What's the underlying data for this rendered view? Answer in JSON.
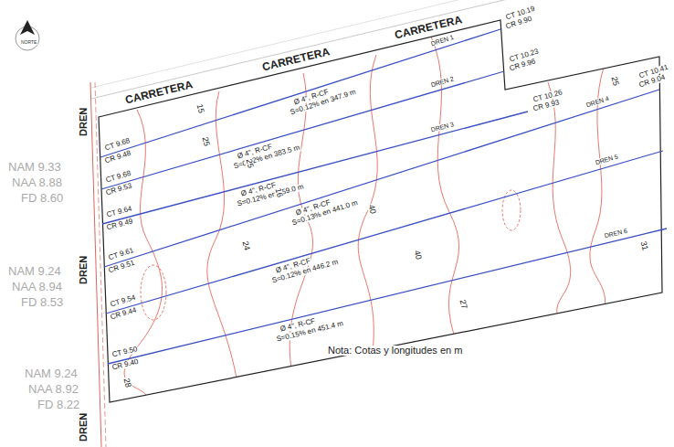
{
  "diagram": {
    "labels": [
      "NORTE",
      "CARRETERA",
      "CARRETERA",
      "CARRETERA",
      "DREN",
      "DREN",
      "DREN",
      "NAM 9.33",
      "NAA 8.88",
      "FD 8.60",
      "NAM 9.24",
      "NAA 8.94",
      "FD 8.53",
      "NAM 9.24",
      "NAA 8.92",
      "FD 8.22",
      "CT 10.19",
      "CR 9.90",
      "CT 10.23",
      "CR 9.96",
      "CT 10.26",
      "CR 9.93",
      "CT 10.41",
      "CR 9.04",
      "CT 9.68",
      "CR 9.48",
      "CT 9.68",
      "CR 9.53",
      "CT 9.64",
      "CR 9.49",
      "CT 9.61",
      "CR 9.51",
      "CT 9.54",
      "CR 9.44",
      "CT 9.50",
      "CR 9.40",
      "DREN 1",
      "DREN 2",
      "DREN 3",
      "DREN 4",
      "DREN 5",
      "DREN 6",
      "Ø 4\", R-CF",
      "S=0.12% en 347.9 m",
      "Ø 4\", R-CF",
      "S=0.12% en 383.5 m",
      "Ø 4\", R-CF",
      "S=0.12% en 359.0 m",
      "Ø 4\", R-CF",
      "S=0.13% en 441.0 m",
      "Ø 4\", R-CF",
      "S=0.12% en 446.2 m",
      "Ø 4\", R-CF",
      "S=0.15% en 451.4 m",
      "15",
      "25",
      "25",
      "16",
      "24",
      "40",
      "40",
      "27",
      "25",
      "31",
      "28",
      "Nota: Cotas y longitudes en m"
    ]
  }
}
